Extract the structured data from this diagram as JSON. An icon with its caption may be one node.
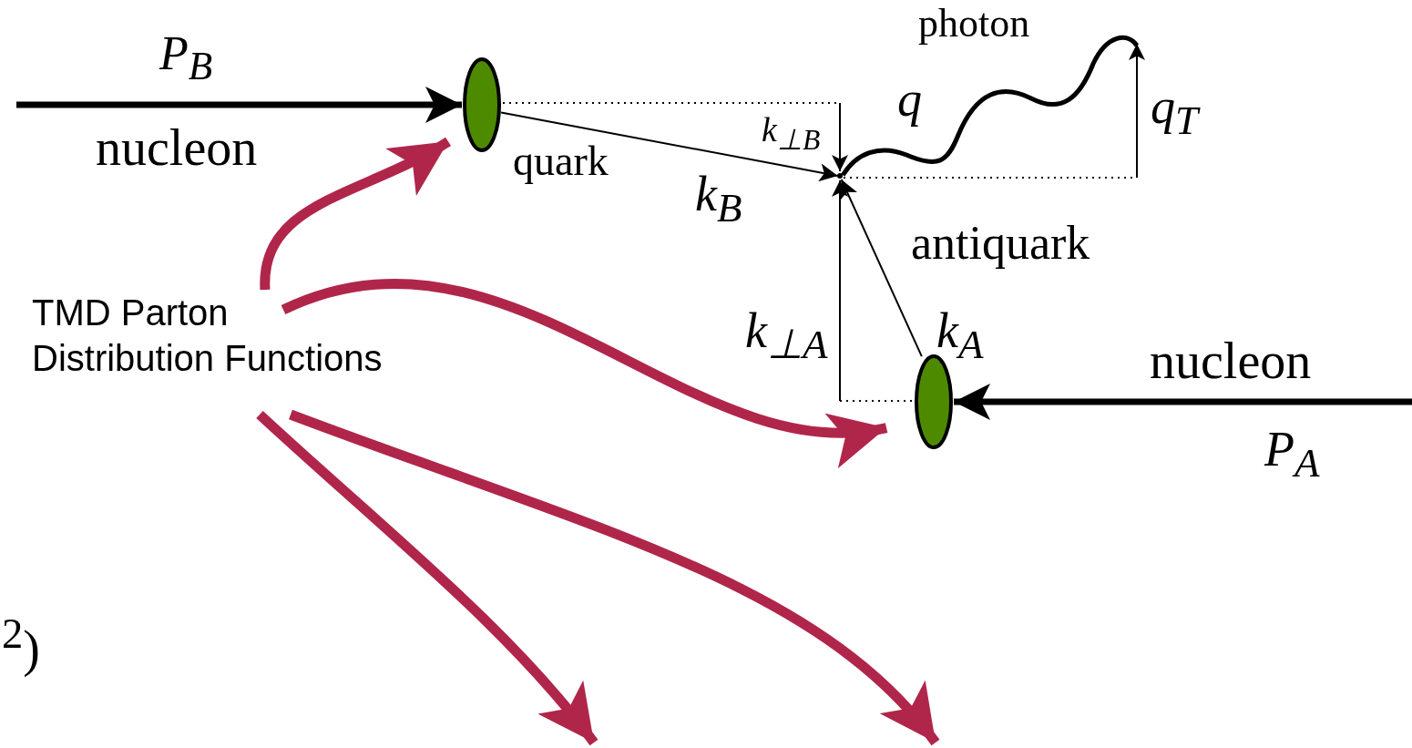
{
  "diagram": {
    "nodes": [
      {
        "text": [],
        "shape": "ellipse"
      },
      {
        "text": [],
        "shape": "ellipse"
      },
      {
        "text": [
          "TMD Parton Distribution Functions"
        ]
      },
      {
        "text": [],
        "shape": "point"
      }
    ],
    "edges": [
      {
        "from": null,
        "to": 0,
        "arrow": "to",
        "color": "#000000"
      },
      {
        "from": null,
        "to": 1,
        "arrow": "to",
        "color": "#000000"
      },
      {
        "from": 0,
        "to": 3,
        "arrow": "to",
        "color": "#000000"
      },
      {
        "from": 1,
        "to": 3,
        "arrow": "to",
        "color": "#000000"
      },
      {
        "from": 2,
        "to": 0,
        "arrow": "to",
        "color": "#b0264a"
      },
      {
        "from": 2,
        "to": 1,
        "arrow": "to",
        "color": "#b0264a"
      },
      {
        "from": 2,
        "to": null,
        "arrow": "to",
        "color": "#b0264a"
      },
      {
        "from": 2,
        "to": null,
        "arrow": "to",
        "color": "#b0264a"
      },
      {
        "from": 3,
        "to": null,
        "arrow": "none",
        "color": "#000000"
      }
    ],
    "labels": [
      "photon",
      "P$_{B}$",
      "q",
      "q$_{T}$",
      "k$_{⊥B}$",
      "nucleon",
      "quark",
      "k$_{B}$",
      "antiquark",
      "k$_{⊥A}$",
      "k$_{A}$",
      "nucleon",
      "P$_{A}$",
      "$^{2}$)"
    ]
  }
}
